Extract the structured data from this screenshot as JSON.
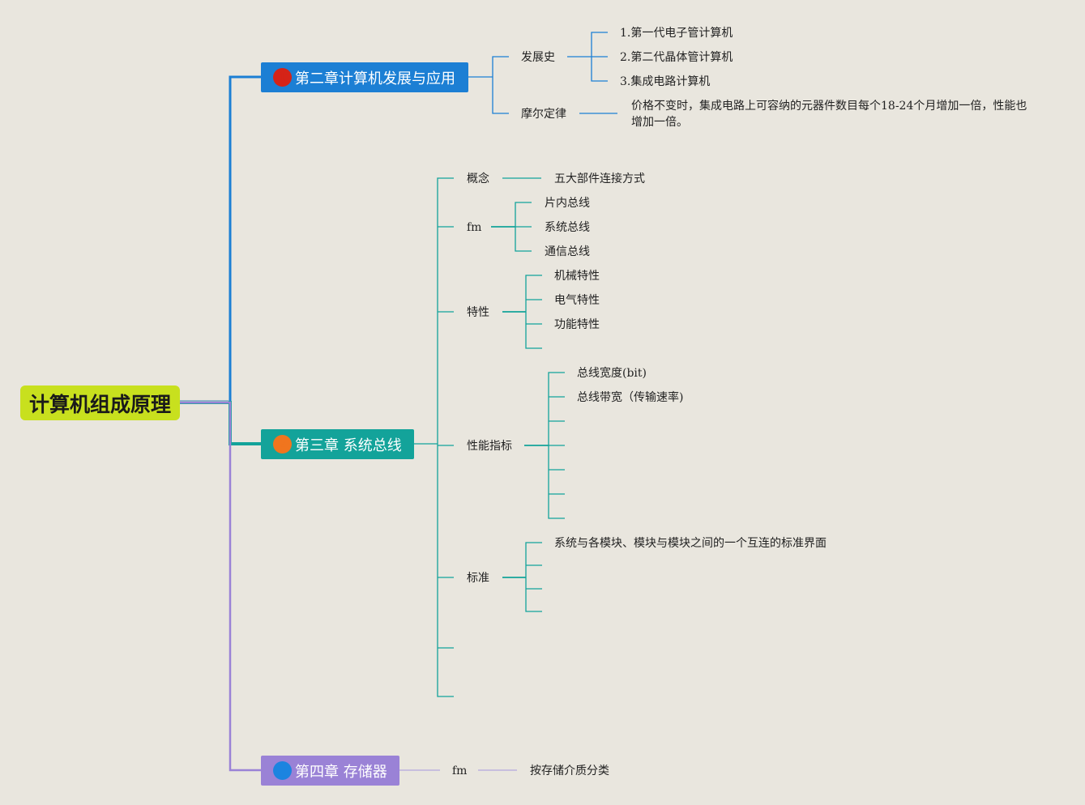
{
  "root": {
    "label": "计算机组成原理"
  },
  "colors": {
    "background": "#e9e6de",
    "root": "#c8e01e",
    "chapter1": "#1c7fd4",
    "chapter2": "#13a39a",
    "chapter3": "#9a82d6",
    "badge1": "#d52317",
    "badge2": "#f0751e",
    "badge3": "#1c84e0"
  },
  "chapters": [
    {
      "badge": "1",
      "title": "第二章计算机发展与应用",
      "topics": [
        {
          "label": "发展史",
          "items": [
            "1.第一代电子管计算机",
            "2.第二代晶体管计算机",
            "3.集成电路计算机"
          ]
        },
        {
          "label": "摩尔定律",
          "items": [
            "价格不变时，集成电路上可容纳的元器件数目每个18-24个月增加一倍，性能也增加一倍。"
          ]
        }
      ]
    },
    {
      "badge": "2",
      "title": "第三章 系统总线",
      "topics": [
        {
          "label": "概念",
          "items": [
            "五大部件连接方式"
          ]
        },
        {
          "label": "fm",
          "items": [
            "片内总线",
            "系统总线",
            "通信总线"
          ]
        },
        {
          "label": "特性",
          "items": [
            "机械特性",
            "电气特性",
            "功能特性",
            ""
          ]
        },
        {
          "label": "性能指标",
          "items": [
            "总线宽度(bit)",
            "总线带宽（传输速率)",
            "",
            "",
            "",
            "",
            ""
          ]
        },
        {
          "label": "标准",
          "items": [
            "系统与各模块、模块与模块之间的一个互连的标准界面",
            "",
            "",
            ""
          ]
        },
        {
          "label": "",
          "items": []
        },
        {
          "label": "",
          "items": []
        }
      ]
    },
    {
      "badge": "3",
      "title": "第四章 存储器",
      "topics": [
        {
          "label": "fm",
          "items": [
            "按存储介质分类"
          ]
        }
      ]
    }
  ]
}
